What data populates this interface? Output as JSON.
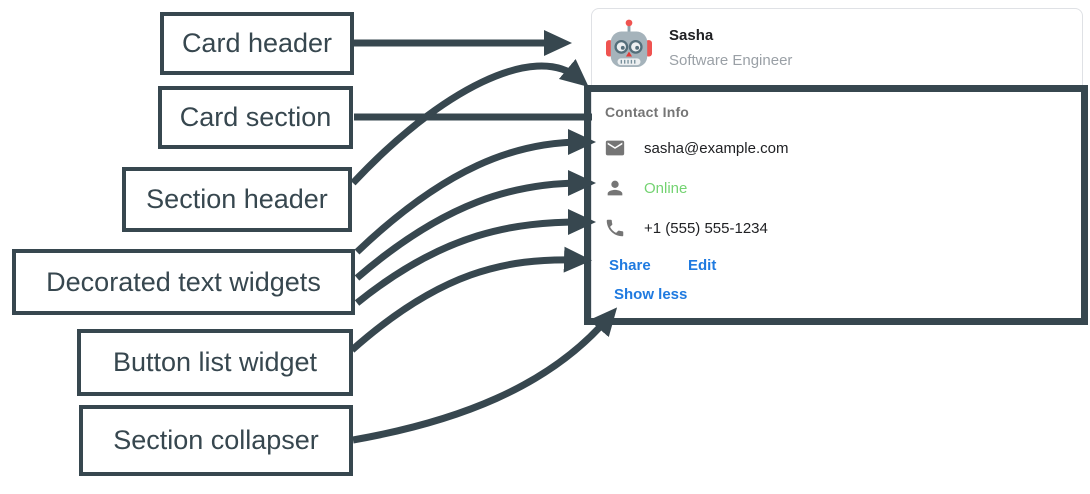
{
  "labels": {
    "card_header": "Card header",
    "card_section": "Card section",
    "section_header": "Section header",
    "decorated_text": "Decorated text widgets",
    "button_list": "Button list widget",
    "section_collapser": "Section collapser"
  },
  "card": {
    "header": {
      "name": "Sasha",
      "subtitle": "Software Engineer",
      "avatar": "robot-avatar-icon"
    },
    "section": {
      "title": "Contact Info",
      "rows": [
        {
          "icon": "email-icon",
          "text": "sasha@example.com"
        },
        {
          "icon": "person-icon",
          "text": "Online"
        },
        {
          "icon": "phone-icon",
          "text": "+1 (555) 555-1234"
        }
      ],
      "buttons": [
        {
          "label": "Share"
        },
        {
          "label": "Edit"
        }
      ],
      "collapser_label": "Show less"
    }
  },
  "colors": {
    "annotation": "#37474F",
    "link_blue": "#1f7ae0",
    "status_green": "#74d372",
    "muted_gray": "#757575",
    "subtitle_gray": "#9aa0a6",
    "text_dark": "#202124"
  }
}
